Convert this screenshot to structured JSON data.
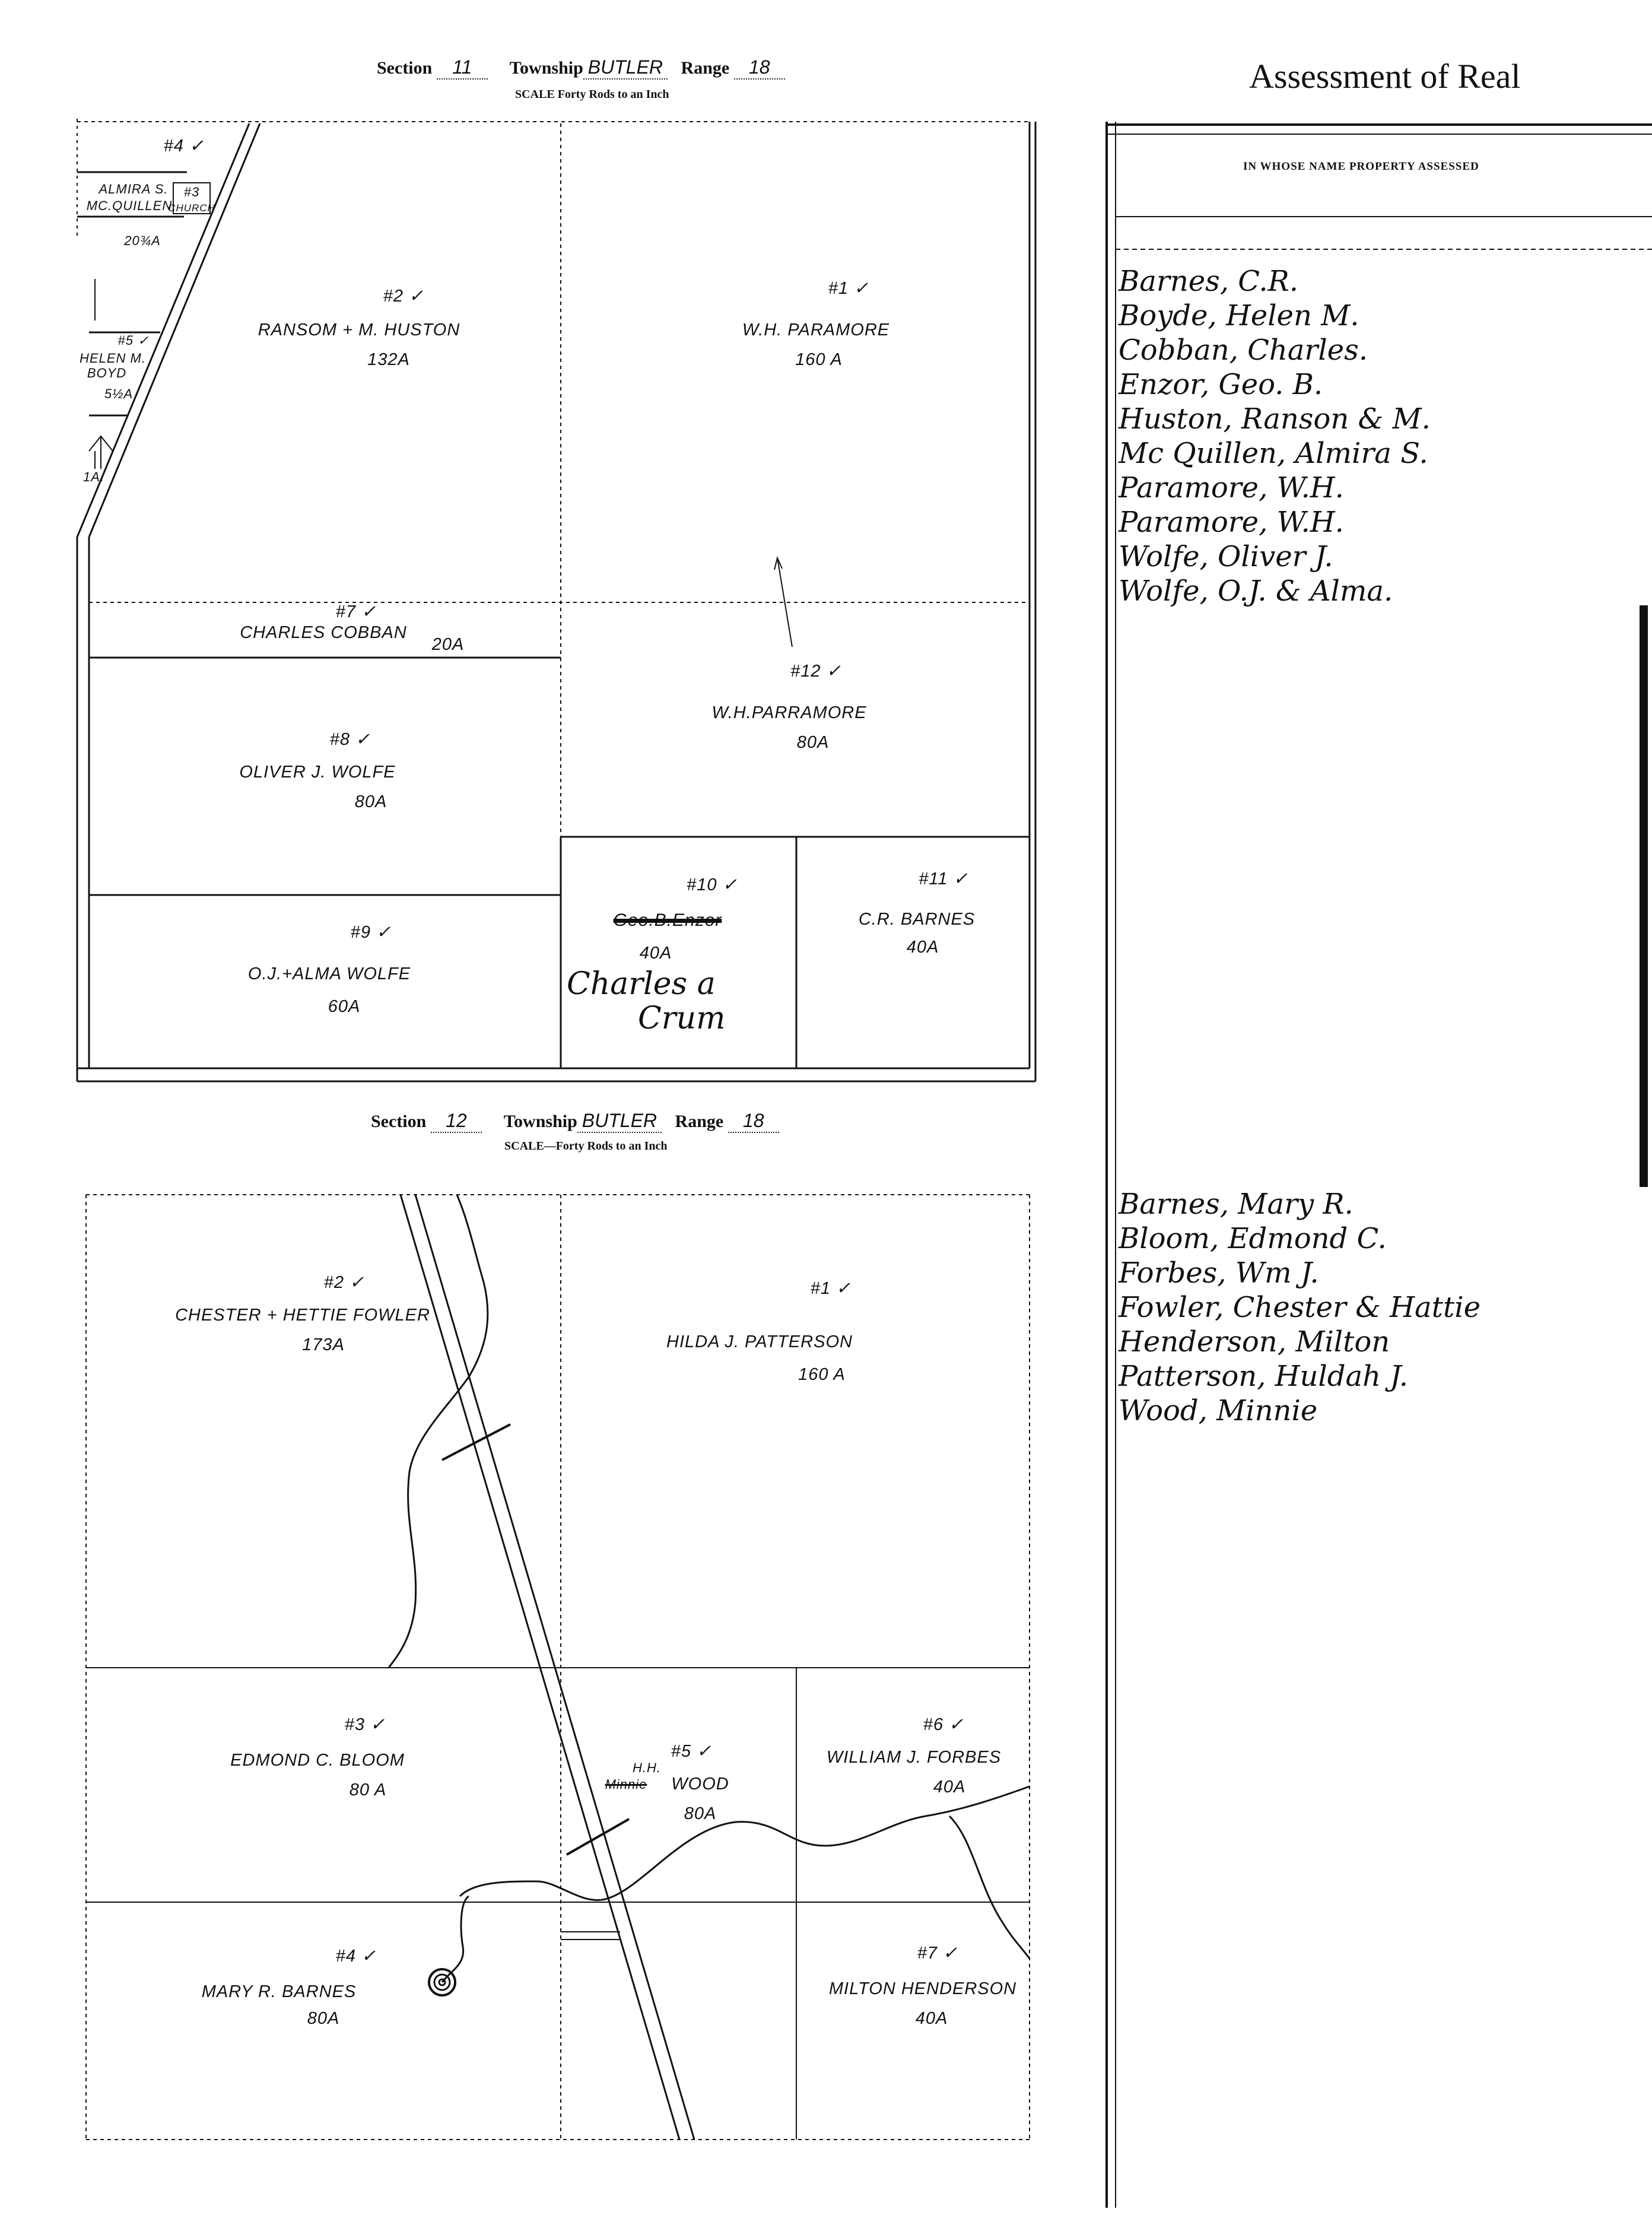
{
  "sec11": {
    "section": "Section",
    "section_no": "11",
    "township": "Township",
    "township_val": "BUTLER",
    "range": "Range",
    "range_no": "18",
    "scale": "SCALE Forty Rods to an Inch"
  },
  "sec12": {
    "section": "Section",
    "section_no": "12",
    "township": "Township",
    "township_val": "BUTLER",
    "range": "Range",
    "range_no": "18",
    "scale": "SCALE—Forty Rods to an Inch"
  },
  "map11": {
    "p4": "#4 ✓",
    "p3c": "#3",
    "church": "CHURCH",
    "almira": "ALMIRA S.",
    "mcquillen": "MC.QUILLEN",
    "almira_acres": "20¾A",
    "p5": "#5 ✓",
    "helen1": "HELEN M.",
    "helen2": "BOYD",
    "helen_acres": "5½A",
    "one_a": "1A.",
    "p2": "#2 ✓",
    "huston": "RANSOM + M. HUSTON",
    "huston_acres": "132A",
    "p1": "#1 ✓",
    "paramore": "W.H. PARAMORE",
    "paramore_acres": "160 A",
    "p7": "#7 ✓",
    "cobban": "CHARLES COBBAN",
    "cobban_acres": "20A",
    "p12": "#12 ✓",
    "parramore12": "W.H.PARRAMORE",
    "parramore12_acres": "80A",
    "p8": "#8 ✓",
    "oliver": "OLIVER J. WOLFE",
    "oliver_acres": "80A",
    "p10": "#10 ✓",
    "crossed10": "Geo.B.Enzor",
    "p10_acres": "40A",
    "crum1": "Charles a",
    "crum2": "Crum",
    "p11": "#11 ✓",
    "barnes11": "C.R. BARNES",
    "barnes11_acres": "40A",
    "p9": "#9 ✓",
    "ojalma": "O.J.+ALMA WOLFE",
    "ojalma_acres": "60A"
  },
  "map12": {
    "p2": "#2 ✓",
    "fowler": "CHESTER + HETTIE FOWLER",
    "fowler_acres": "173A",
    "p1": "#1 ✓",
    "patterson": "HILDA J. PATTERSON",
    "patterson_acres": "160 A",
    "p3": "#3 ✓",
    "bloom": "EDMOND C. BLOOM",
    "bloom_acres": "80 A",
    "p5": "#5 ✓",
    "hh": "H.H.",
    "wood": "WOOD",
    "wood_struck": "Minnie",
    "wood_acres": "80A",
    "p6": "#6 ✓",
    "forbes": "WILLIAM J. FORBES",
    "forbes_acres": "40A",
    "p4": "#4 ✓",
    "mary": "MARY R. BARNES",
    "mary_acres": "80A",
    "p7": "#7 ✓",
    "henderson": "MILTON HENDERSON",
    "henderson_acres": "40A"
  },
  "ledger": {
    "title": "Assessment of Real",
    "column_header": "IN WHOSE NAME PROPERTY ASSESSED",
    "names_sec11": [
      "Barnes, C.R.",
      "Boyde, Helen M.",
      "Cobban, Charles.",
      "Enzor, Geo. B.",
      "Huston, Ranson & M.",
      "Mc Quillen, Almira S.",
      "Paramore, W.H.",
      "Paramore, W.H.",
      "Wolfe, Oliver J.",
      "Wolfe, O.J. & Alma."
    ],
    "names_sec12": [
      "Barnes, Mary R.",
      "Bloom, Edmond C.",
      "Forbes, Wm J.",
      "Fowler, Chester & Hattie",
      "Henderson, Milton",
      "Patterson, Huldah J.",
      "Wood, Minnie"
    ]
  }
}
